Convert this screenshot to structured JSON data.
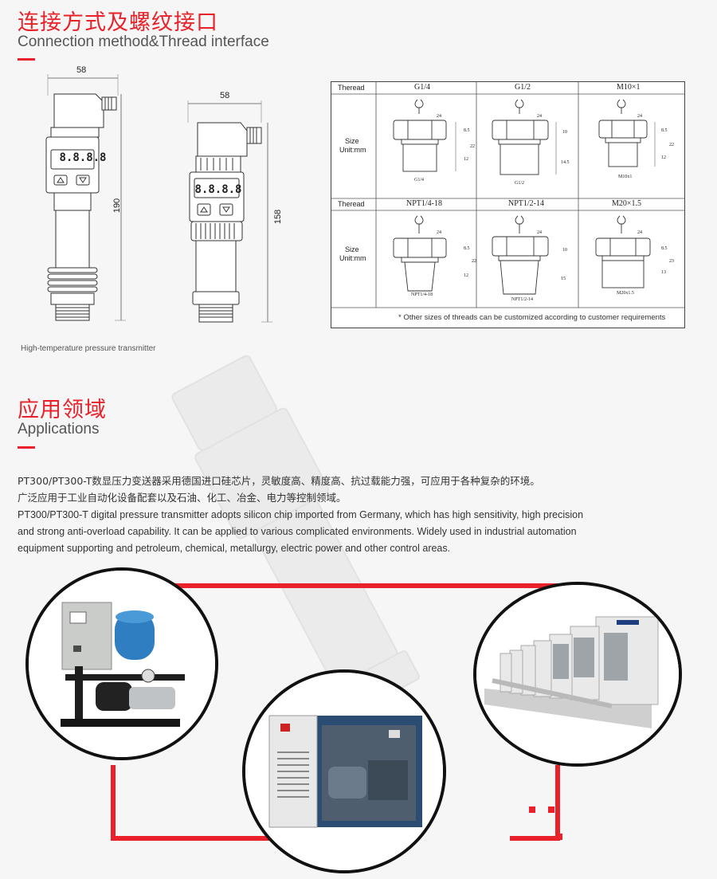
{
  "section1": {
    "title_zh": "连接方式及螺纹接口",
    "title_en": "Connection method&Thread interface"
  },
  "drawings": {
    "left": {
      "width_label": "58",
      "height_label": "190",
      "display": "8.8.8.8"
    },
    "right": {
      "width_label": "58",
      "height_label": "158",
      "display": "8.8.8.8"
    },
    "caption": "High-temperature pressure transmitter"
  },
  "thread_table": {
    "row1": {
      "header_label": "Theread",
      "size_label": "Size",
      "unit_label": "Unit:mm",
      "items": [
        {
          "name": "G1/4",
          "hex": "24",
          "h1": "8.5",
          "h2": "22",
          "h3": "12",
          "bottom": "G1/4"
        },
        {
          "name": "G1/2",
          "hex": "24",
          "h1": "10",
          "h2": "",
          "h3": "14.5",
          "bottom": "G1/2"
        },
        {
          "name": "M10×1",
          "hex": "24",
          "h1": "8.5",
          "h2": "22",
          "h3": "12",
          "bottom": "M10x1"
        }
      ]
    },
    "row2": {
      "header_label": "Theread",
      "size_label": "Size",
      "unit_label": "Unit:mm",
      "items": [
        {
          "name": "NPT1/4-18",
          "hex": "24",
          "h1": "8.5",
          "h2": "22",
          "h3": "12",
          "bottom": "NPT1/4-18"
        },
        {
          "name": "NPT1/2-14",
          "hex": "24",
          "h1": "10",
          "h2": "",
          "h3": "15",
          "bottom": "NPT1/2-14"
        },
        {
          "name": "M20×1.5",
          "hex": "24",
          "h1": "8.5",
          "h2": "23",
          "h3": "13",
          "bottom": "M20x1.5"
        }
      ]
    },
    "note": "* Other sizes of threads can be customized according to customer requirements"
  },
  "section2": {
    "title_zh": "应用领域",
    "title_en": "Applications",
    "para_zh_1": "PT300/PT300-T数显压力变送器采用德国进口硅芯片，灵敏度高、精度高、抗过载能力强，可应用于各种复杂的环境。",
    "para_zh_2": "广泛应用于工业自动化设备配套以及石油、化工、冶金、电力等控制领域。",
    "para_en_1": "PT300/PT300-T digital pressure transmitter adopts silicon chip imported from Germany, which has high sensitivity, high precision",
    "para_en_2": "and strong anti-overload capability. It can be applied to various complicated environments. Widely used in industrial automation",
    "para_en_3": "equipment supporting and petroleum, chemical, metallurgy, electric power and other control areas."
  },
  "colors": {
    "accent": "#e8212a",
    "frame": "#e8212a"
  }
}
